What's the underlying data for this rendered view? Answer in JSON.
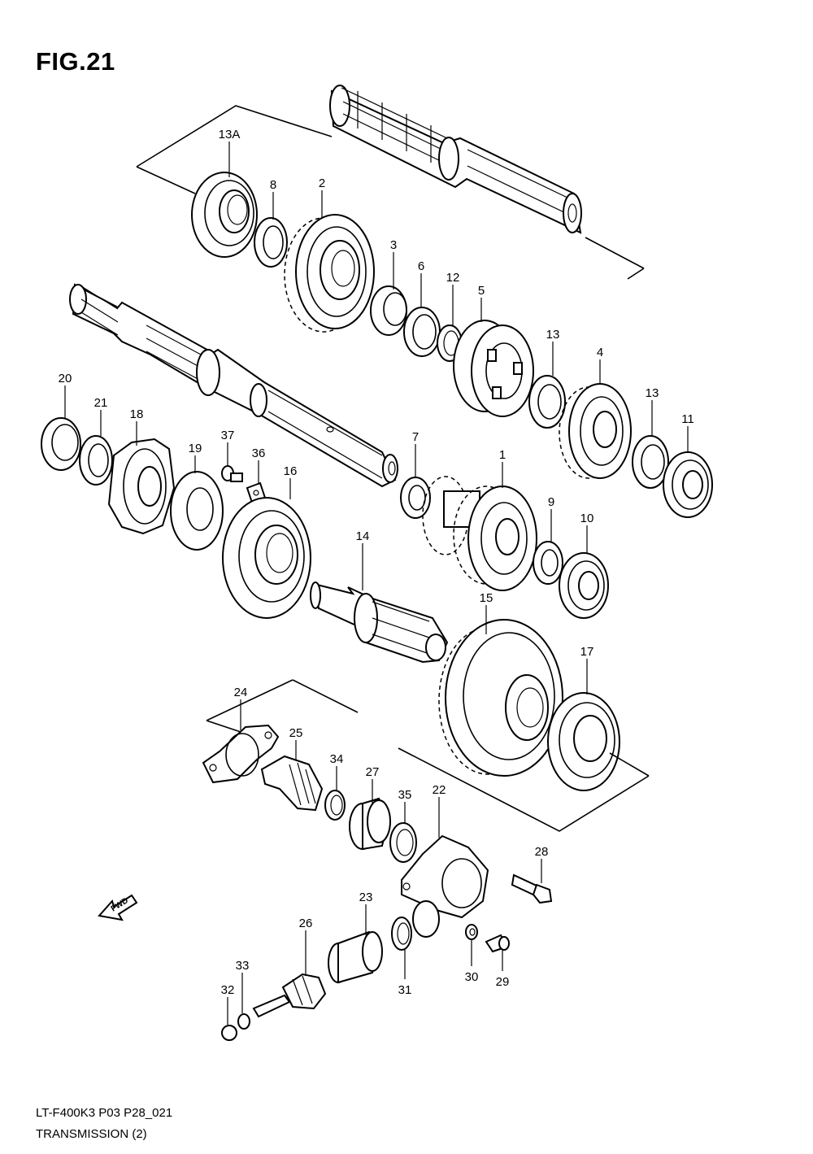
{
  "figure": {
    "title": "FIG.21",
    "model_code": "LT-F400K3 P03 P28_021",
    "section_name": "TRANSMISSION (2)",
    "direction_label": "FWD"
  },
  "callouts": [
    "13A",
    "8",
    "2",
    "3",
    "6",
    "12",
    "5",
    "13",
    "4",
    "13",
    "11",
    "20",
    "21",
    "18",
    "37",
    "36",
    "19",
    "16",
    "7",
    "1",
    "9",
    "10",
    "14",
    "15",
    "17",
    "24",
    "25",
    "34",
    "27",
    "35",
    "22",
    "28",
    "23",
    "26",
    "33",
    "32",
    "31",
    "30",
    "29"
  ]
}
